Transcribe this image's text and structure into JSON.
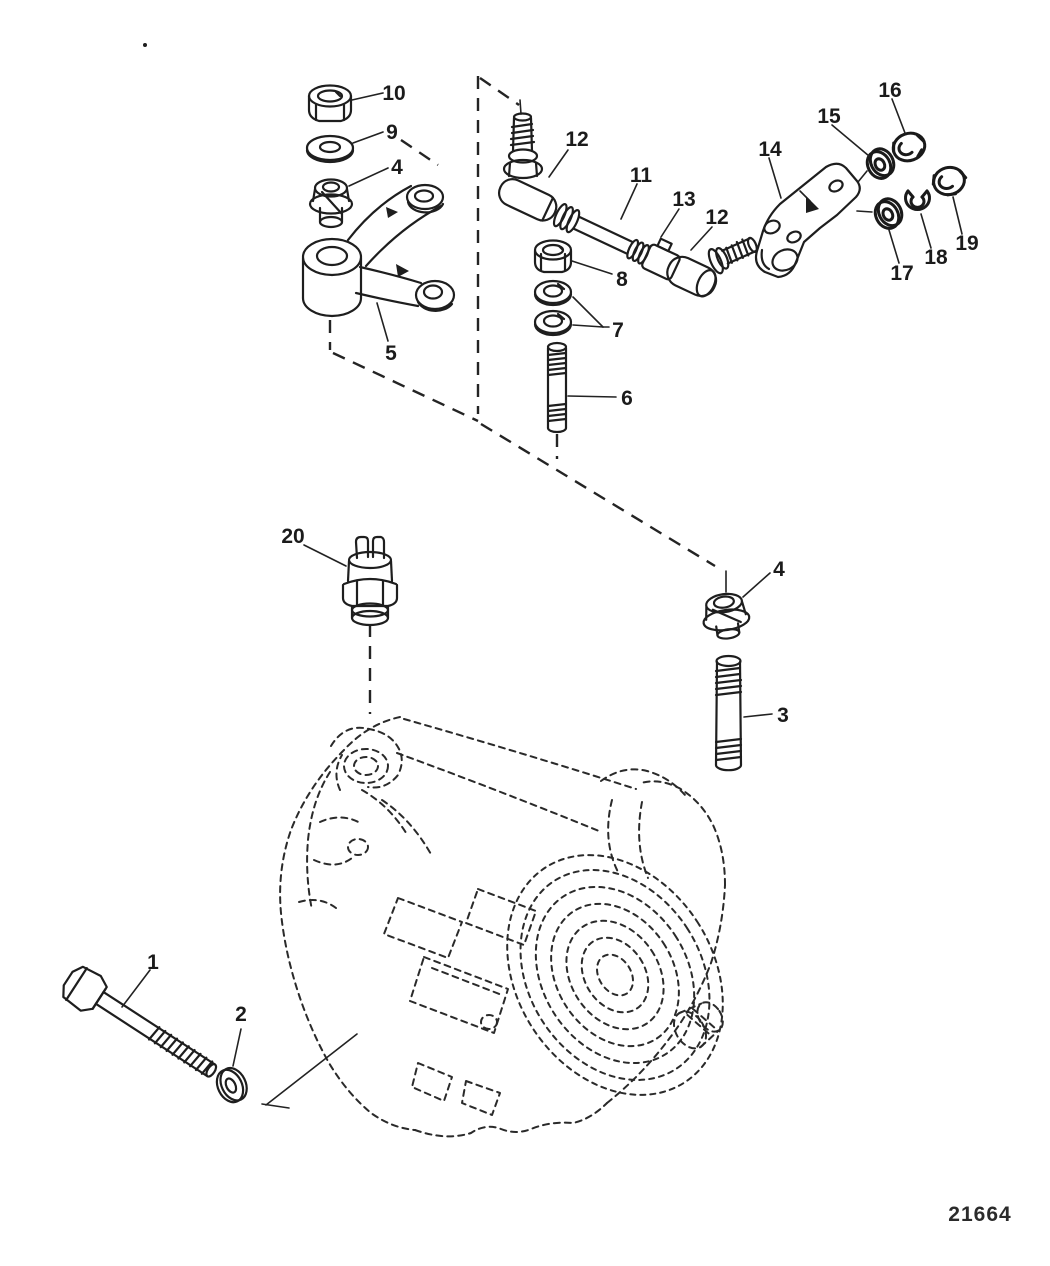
{
  "drawing": {
    "number": "21664"
  },
  "callouts": {
    "c1": {
      "label": "1",
      "part": "hex-bolt"
    },
    "c2": {
      "label": "2",
      "part": "flat-washer"
    },
    "c3": {
      "label": "3",
      "part": "threaded-stud"
    },
    "c4_left": {
      "label": "4",
      "part": "split-bushing"
    },
    "c4_right": {
      "label": "4",
      "part": "split-bushing"
    },
    "c5": {
      "label": "5",
      "part": "shift-lever-arm"
    },
    "c6": {
      "label": "6",
      "part": "threaded-stud"
    },
    "c7": {
      "label": "7",
      "part": "lock-washer-pair"
    },
    "c8": {
      "label": "8",
      "part": "locknut"
    },
    "c9": {
      "label": "9",
      "part": "flat-washer"
    },
    "c10": {
      "label": "10",
      "part": "locknut"
    },
    "c11": {
      "label": "11",
      "part": "link-rod"
    },
    "c12_left": {
      "label": "12",
      "part": "ball-joint-end"
    },
    "c12_right": {
      "label": "12",
      "part": "ball-joint-end"
    },
    "c13": {
      "label": "13",
      "part": "rod-connector"
    },
    "c14": {
      "label": "14",
      "part": "mounting-bracket"
    },
    "c15": {
      "label": "15",
      "part": "washer"
    },
    "c16": {
      "label": "16",
      "part": "locknut"
    },
    "c17": {
      "label": "17",
      "part": "washer"
    },
    "c18": {
      "label": "18",
      "part": "retainer-clip"
    },
    "c19": {
      "label": "19",
      "part": "hex-nut"
    },
    "c20": {
      "label": "20",
      "part": "sensor-switch"
    }
  }
}
